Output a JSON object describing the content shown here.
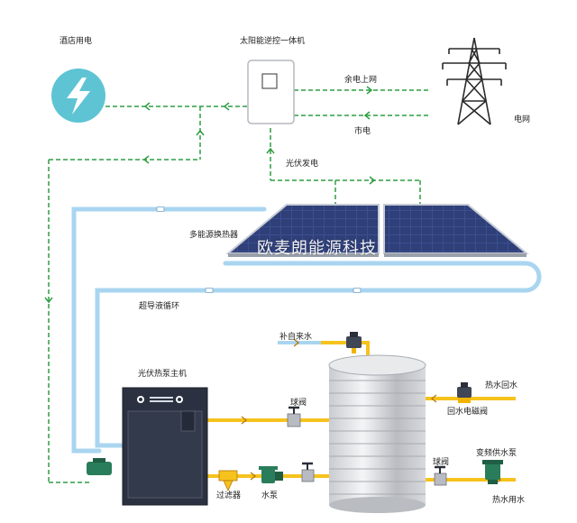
{
  "labels": {
    "hotel_power": "酒店用电",
    "inverter": "太阳能逆控一体机",
    "surplus_to_grid": "余电上网",
    "city_power": "市电",
    "grid": "电网",
    "pv_power": "光伏发电",
    "multi_source_exchanger": "多能源换热器",
    "watermark": "欧麦朗能源科技",
    "superconduct_loop": "超导液循环",
    "tap_water_refill": "补自来水",
    "host_unit": "光伏热泵主机",
    "ball_valve_1": "球阀",
    "hot_water_return": "热水回水",
    "return_solenoid_valve": "回水电磁阀",
    "filter": "过滤器",
    "water_pump": "水泵",
    "ball_valve_2": "球阀",
    "vfd_supply_pump": "变频供水泵",
    "hot_water_use": "热水用水"
  },
  "colors": {
    "green_line": "#2f9e44",
    "blue_pipe": "#a9d5f0",
    "yellow_pipe": "#f6c21c",
    "bolt_circle": "#5ec4d4",
    "panel": "#3a4a82",
    "heat_pump": "#2b3140"
  }
}
